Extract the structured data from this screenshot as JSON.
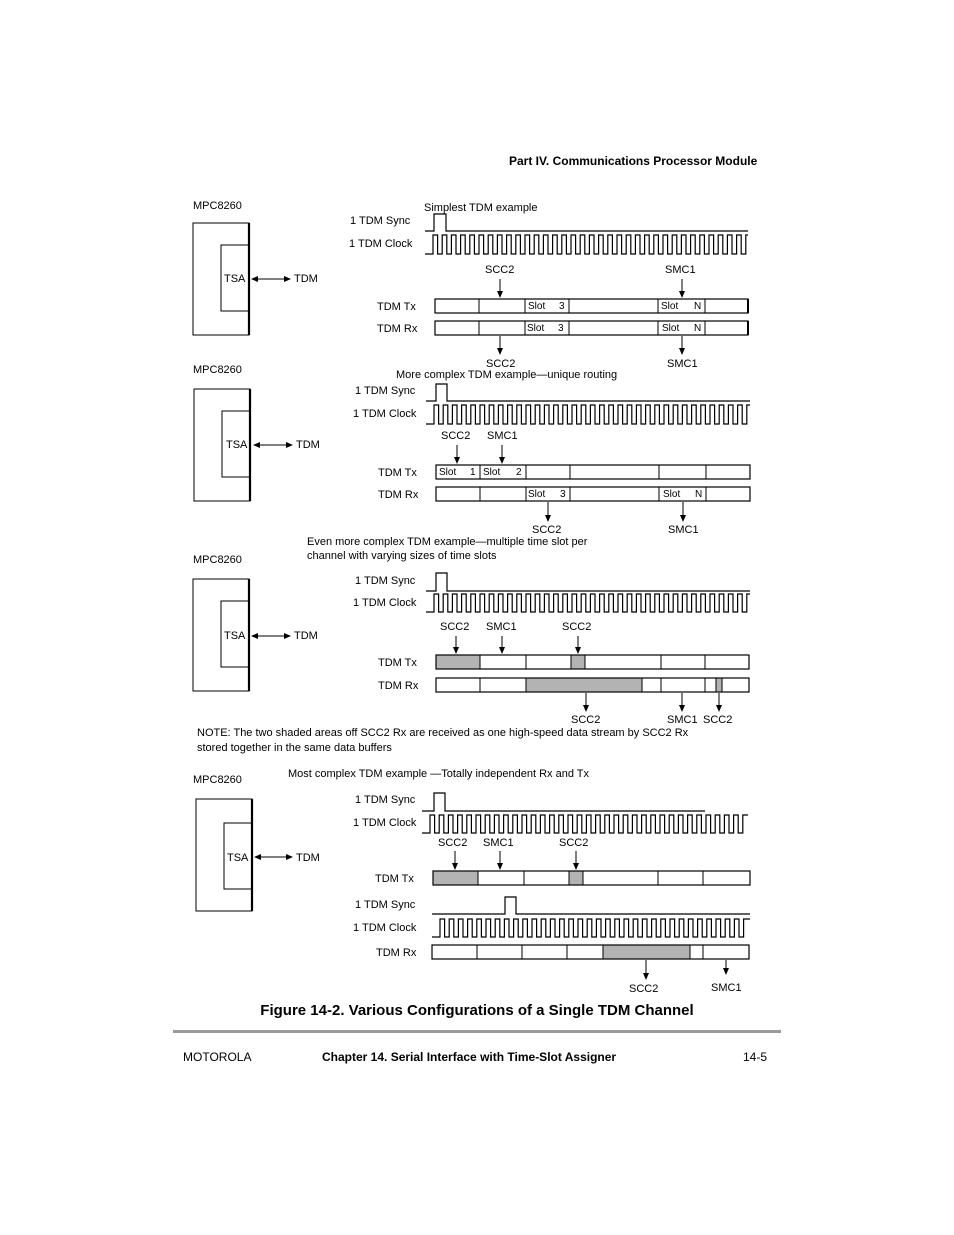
{
  "header": {
    "title": "Part IV.  Communications Processor Module"
  },
  "diagrams": [
    {
      "title": "Simplest TDM example",
      "chip": {
        "label": "MPC8260",
        "tsa": "TSA",
        "tdm": "TDM"
      },
      "sync_label": "1 TDM Sync",
      "clock_label": "1 TDM Clock",
      "tx_label": "TDM Tx",
      "rx_label": "TDM Rx",
      "tx_top_labels": [
        "SCC2",
        "SMC1"
      ],
      "tx_slot_texts": [
        {
          "a": "Slot",
          "b": "3"
        },
        {
          "a": "Slot",
          "b": "N"
        }
      ],
      "rx_slot_texts": [
        {
          "a": "Slot",
          "b": "3"
        },
        {
          "a": "Slot",
          "b": "N"
        }
      ],
      "rx_bottom_labels": [
        "SCC2",
        "SMC1"
      ]
    },
    {
      "title": "More complex TDM example—unique routing",
      "chip": {
        "label": "MPC8260",
        "tsa": "TSA",
        "tdm": "TDM"
      },
      "sync_label": "1 TDM Sync",
      "clock_label": "1 TDM Clock",
      "tx_label": "TDM Tx",
      "rx_label": "TDM Rx",
      "tx_top_labels": [
        "SCC2",
        "SMC1"
      ],
      "tx_slot_texts": [
        {
          "a": "Slot",
          "b": "1"
        },
        {
          "a": "Slot",
          "b": "2"
        }
      ],
      "rx_slot_texts": [
        {
          "a": "Slot",
          "b": "3"
        },
        {
          "a": "Slot",
          "b": "N"
        }
      ],
      "rx_bottom_labels": [
        "SCC2",
        "SMC1"
      ]
    },
    {
      "title_lines": [
        "Even more complex TDM example—multiple time slot per",
        "channel with varying sizes of time slots"
      ],
      "chip": {
        "label": "MPC8260",
        "tsa": "TSA",
        "tdm": "TDM"
      },
      "sync_label": "1 TDM Sync",
      "clock_label": "1 TDM Clock",
      "tx_label": "TDM Tx",
      "rx_label": "TDM Rx",
      "tx_top_labels": [
        "SCC2",
        "SMC1",
        "SCC2"
      ],
      "rx_bottom_labels": [
        "SCC2",
        "SMC1",
        "SCC2"
      ],
      "note_lines": [
        "NOTE: The two shaded areas off SCC2 Rx are received as one high-speed data stream by SCC2 Rx",
        "stored together in the same data buffers"
      ]
    },
    {
      "title": "Most complex TDM example  —Totally independent Rx and Tx",
      "chip": {
        "label": "MPC8260",
        "tsa": "TSA",
        "tdm": "TDM"
      },
      "tx_sync_label": "1 TDM Sync",
      "tx_clock_label": "1 TDM Clock",
      "tx_label": "TDM Tx",
      "tx_top_labels": [
        "SCC2",
        "SMC1",
        "SCC2"
      ],
      "rx_sync_label": "1 TDM Sync",
      "rx_clock_label": "1 TDM Clock",
      "rx_label": "TDM Rx",
      "rx_bottom_labels": [
        "SCC2",
        "SMC1"
      ]
    }
  ],
  "caption": "Figure 14-2. Various Configurations of a Single TDM Channel",
  "footer": {
    "left": "MOTOROLA",
    "center": "Chapter 14.  Serial Interface with Time-Slot Assigner",
    "right": "14-5"
  },
  "colors": {
    "shaded_slot": "#b3b3b3",
    "rule": "#9a9a9a"
  }
}
